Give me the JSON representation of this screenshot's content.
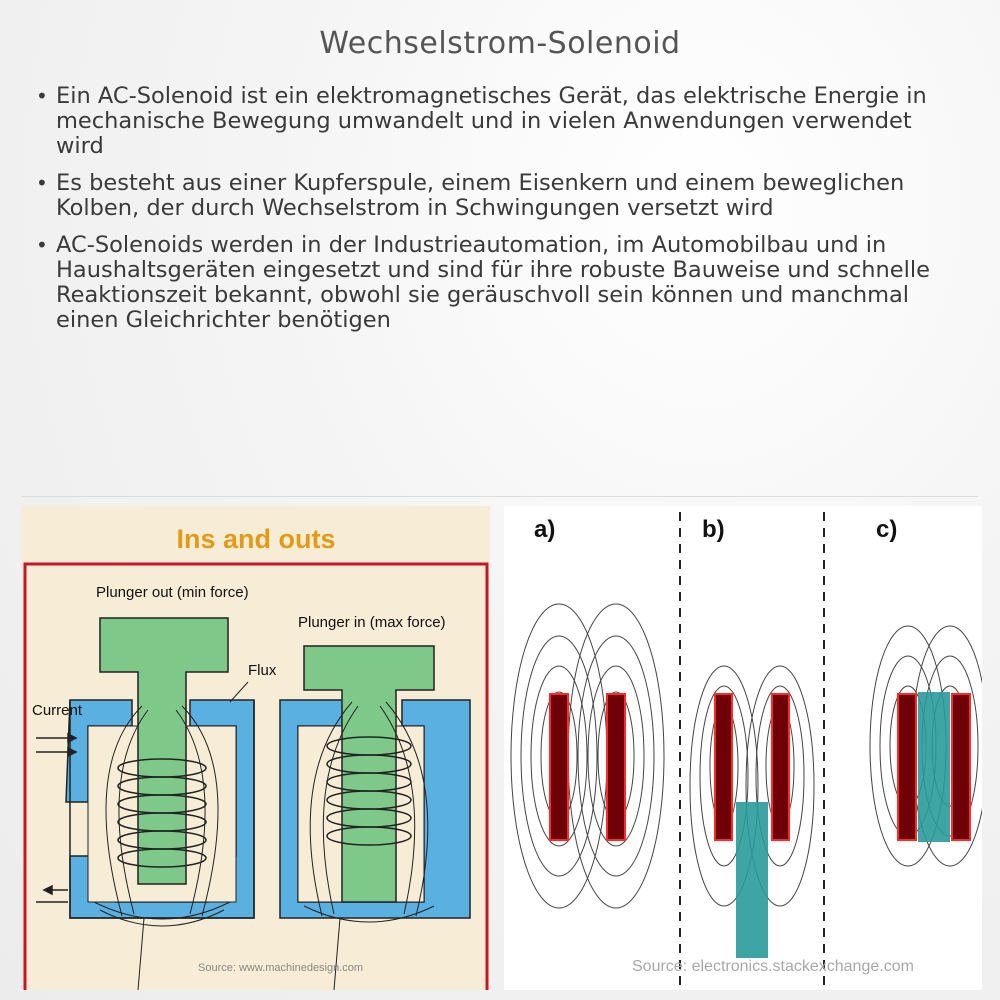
{
  "title": "Wechselstrom-Solenoid",
  "bullets": [
    "Ein AC-Solenoid ist ein elektromagnetisches Gerät, das elektrische Energie in mechanische Bewegung umwandelt und in vielen Anwendungen verwendet wird",
    "Es besteht aus einer Kupferspule, einem Eisenkern und einem beweglichen Kolben, der durch Wechselstrom in Schwingungen versetzt wird",
    "AC-Solenoids werden in der Industrieautomation, im Automobilbau und in Haushaltsgeräten eingesetzt und sind für ihre robuste Bauweise und schnelle Reaktionszeit bekannt, obwohl sie geräuschvoll sein können und manchmal einen Gleichrichter benötigen"
  ],
  "left_image": {
    "heading": "Ins and outs",
    "plunger_out_label": "Plunger out (min force)",
    "plunger_in_label": "Plunger in (max force)",
    "flux_label": "Flux",
    "current_label": "Current",
    "source": "Source: www.machinedesign.com",
    "colors": {
      "frame": "#5ab0e0",
      "plunger": "#7ec98a",
      "border": "#c4182a",
      "heading": "#e39a16"
    }
  },
  "right_image": {
    "panel_labels": [
      "a)",
      "b)",
      "c)"
    ],
    "source": "Source: electronics.stackexchange.com",
    "colors": {
      "coil": "#6e0008",
      "coil_edge": "#ff2a2a",
      "core": "#2a9a9a"
    }
  }
}
